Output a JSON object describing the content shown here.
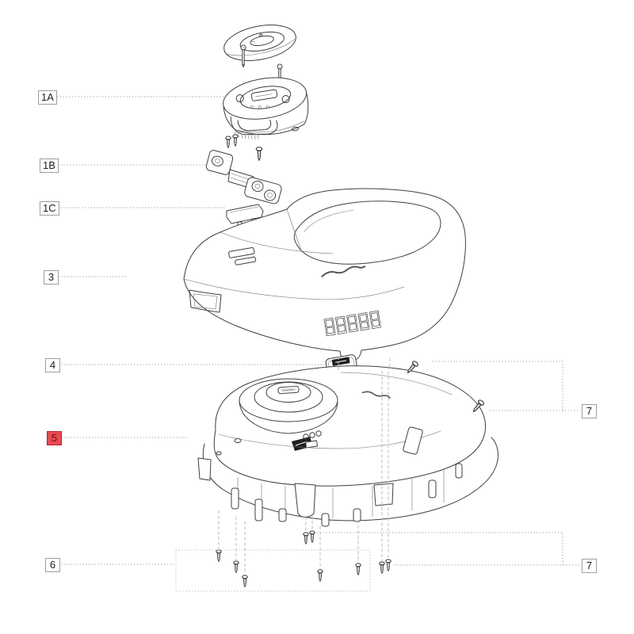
{
  "page": {
    "background_color": "#ffffff"
  },
  "diagram": {
    "kind": "exploded-view parts diagram",
    "subject": "robotic lawn mower",
    "line_art_color": "#3f3f3f",
    "leader_line_color": "#9a9a9a",
    "highlight_colors": {
      "background": "#ea4b52",
      "border": "#b8232a",
      "text": "#6e0d12"
    },
    "callouts": [
      {
        "ref": "1A",
        "highlighted": false,
        "position": "left"
      },
      {
        "ref": "1B",
        "highlighted": false,
        "position": "left"
      },
      {
        "ref": "1C",
        "highlighted": false,
        "position": "left"
      },
      {
        "ref": "3",
        "highlighted": false,
        "position": "left"
      },
      {
        "ref": "4",
        "highlighted": false,
        "position": "left"
      },
      {
        "ref": "5",
        "highlighted": true,
        "position": "left"
      },
      {
        "ref": "6",
        "highlighted": false,
        "position": "left"
      },
      {
        "ref": "7",
        "highlighted": false,
        "position": "upper-right"
      },
      {
        "ref": "7",
        "highlighted": false,
        "position": "lower-right"
      }
    ]
  }
}
